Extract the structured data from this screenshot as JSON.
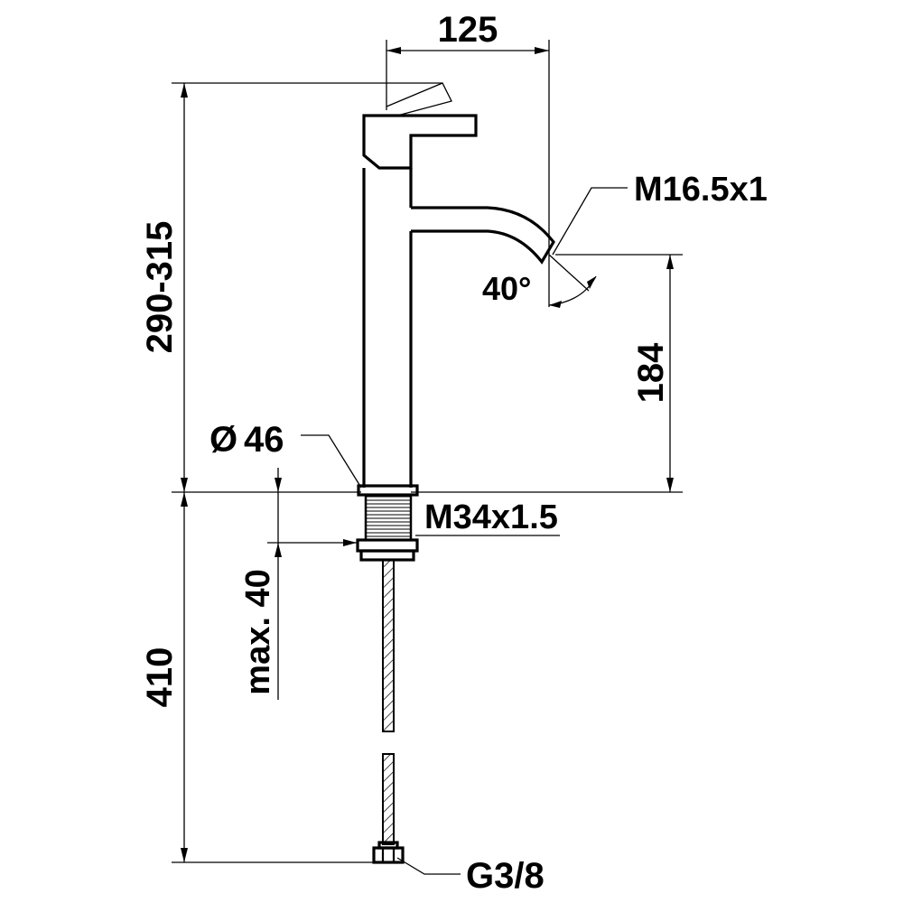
{
  "dimensions": {
    "spout_reach": "125",
    "total_height": "290-315",
    "spout_thread": "M16.5x1",
    "spout_angle": "40°",
    "spout_height": "184",
    "base_diameter_symbol": "Ø",
    "base_diameter": "46",
    "shank_thread": "M34x1.5",
    "max_counter_thickness": "max. 40",
    "hose_length": "410",
    "hose_connection": "G3/8"
  },
  "colors": {
    "line": "#000000",
    "background": "#ffffff"
  }
}
